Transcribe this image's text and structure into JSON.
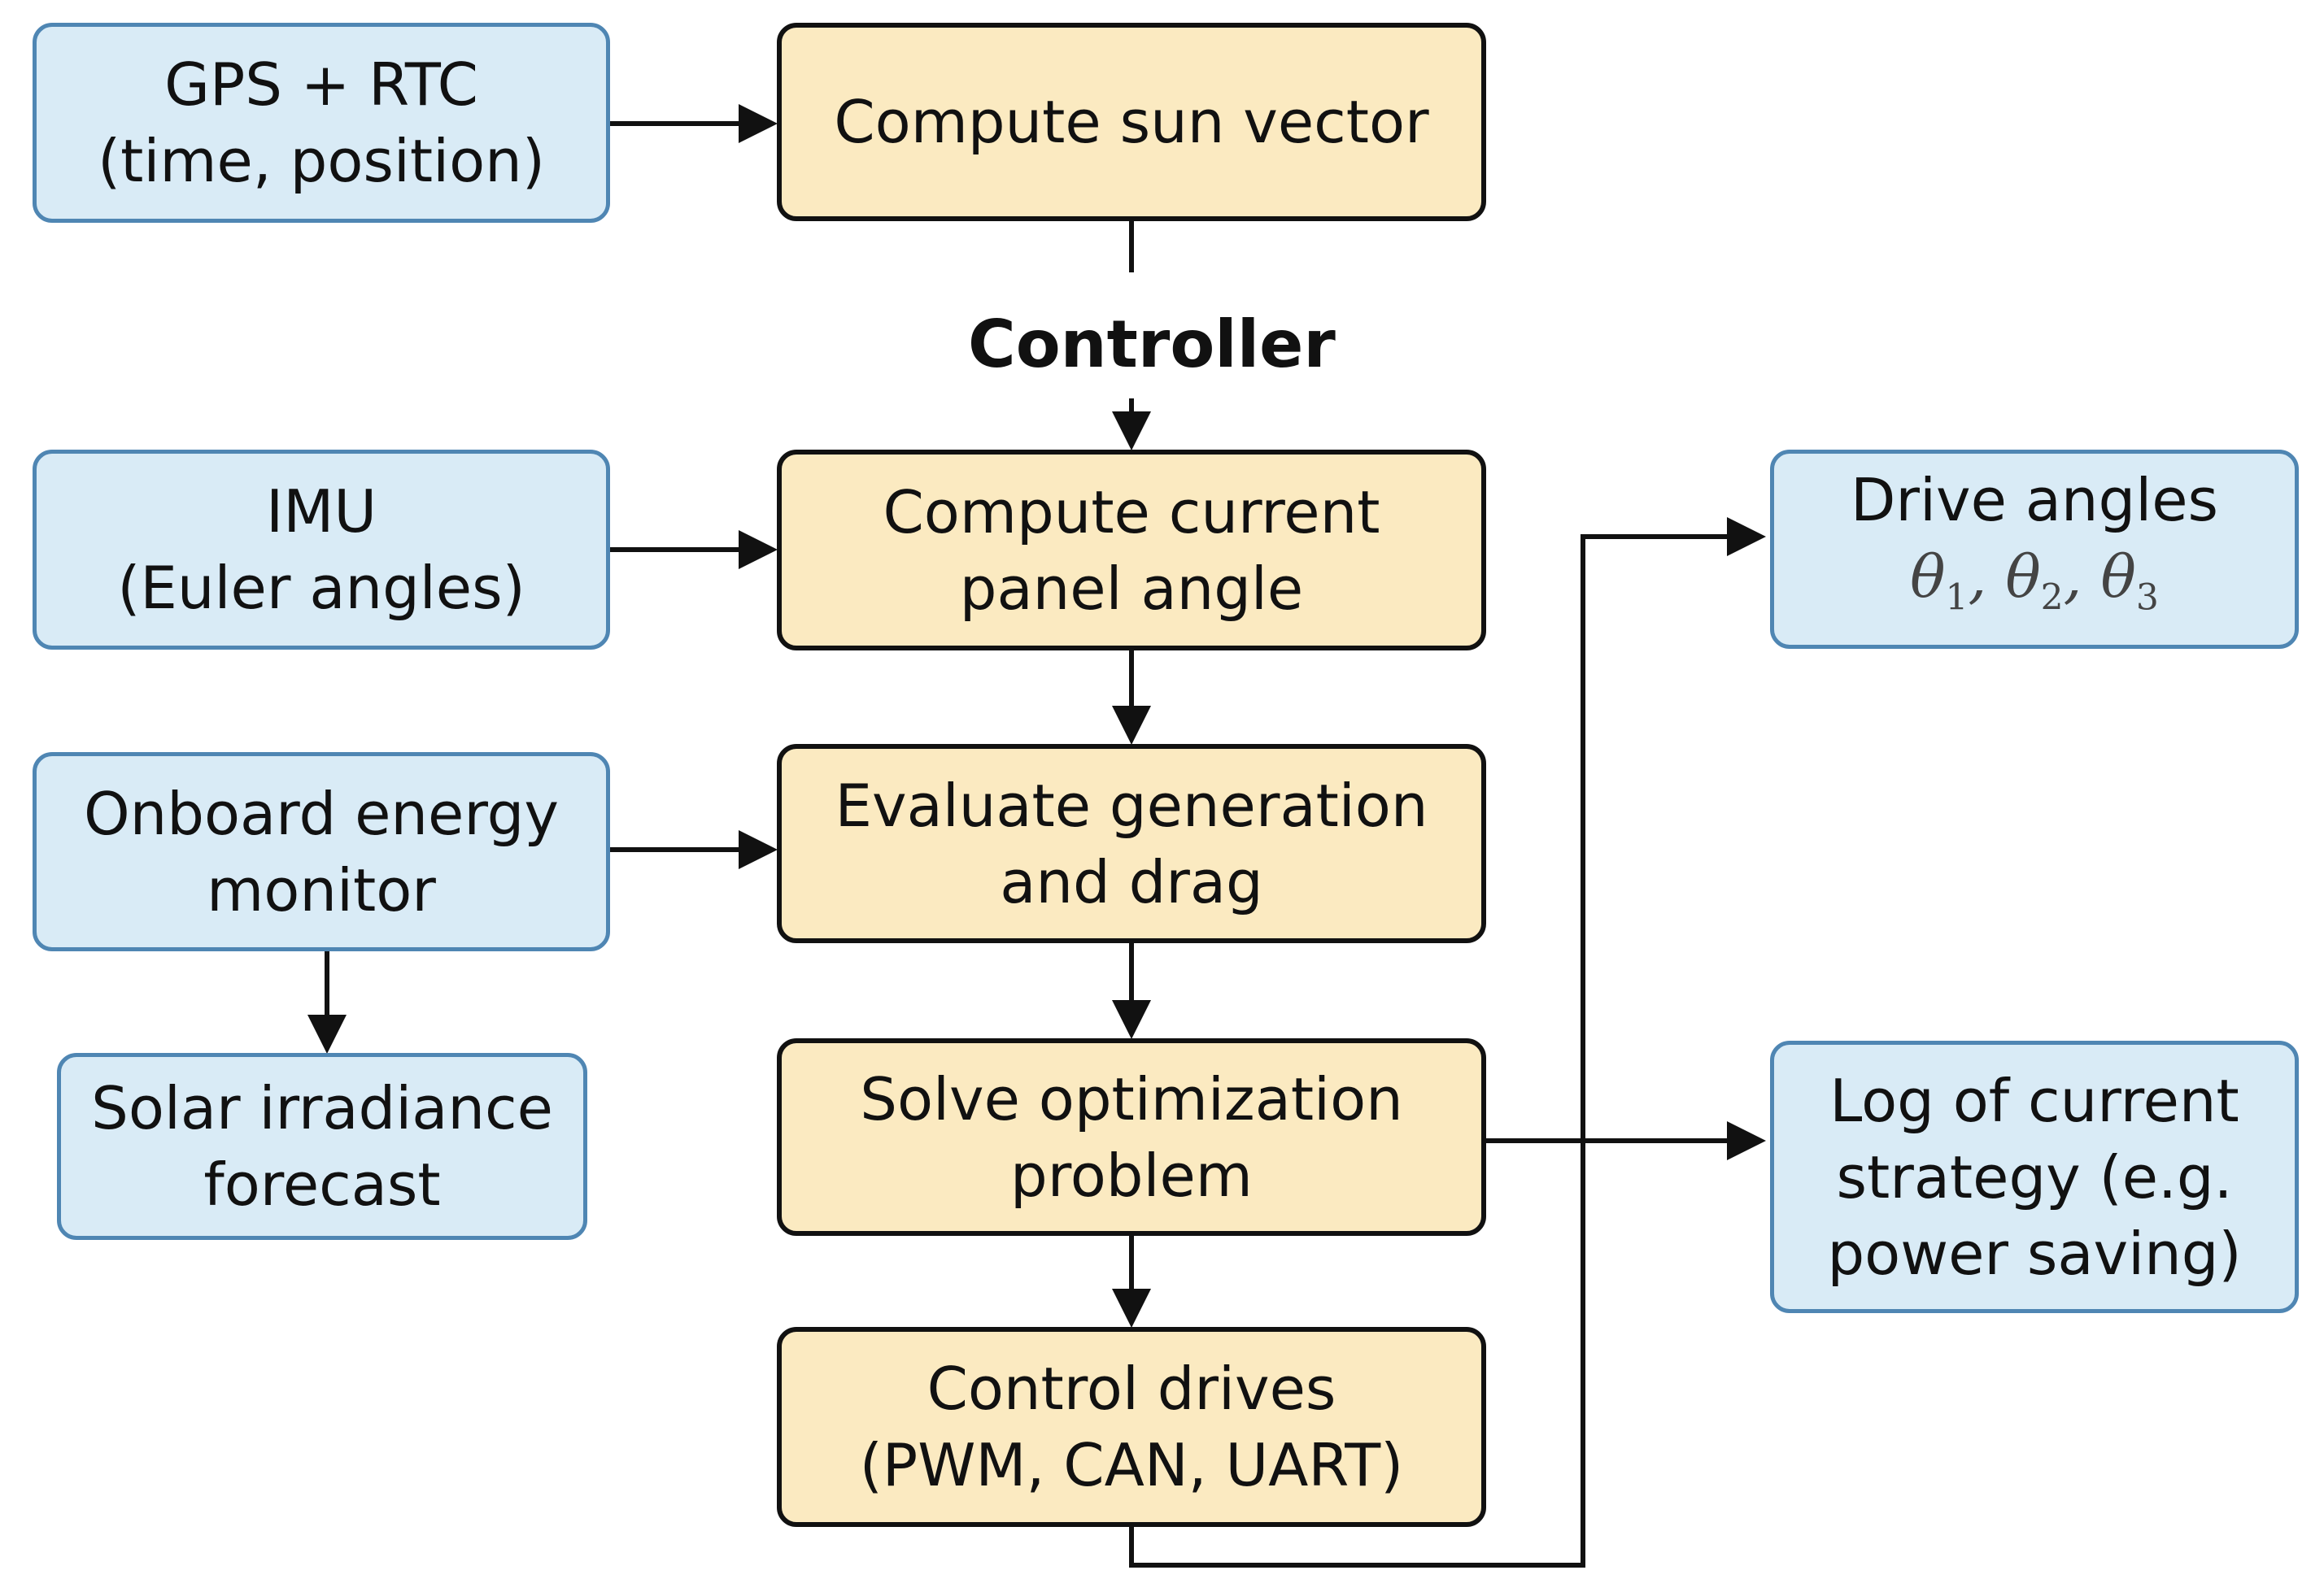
{
  "title": "Controller",
  "inputs": {
    "gps": {
      "line1": "GPS + RTC",
      "line2": "(time, position)"
    },
    "imu": {
      "line1": "IMU",
      "line2": "(Euler angles)"
    },
    "energy": {
      "line1": "Onboard energy",
      "line2": "monitor"
    },
    "solar": {
      "line1": "Solar irradiance",
      "line2": "forecast"
    }
  },
  "process": {
    "sun": {
      "line1": "Compute sun vector"
    },
    "panel": {
      "line1": "Compute current",
      "line2": "panel angle"
    },
    "evaluate": {
      "line1": "Evaluate generation",
      "line2": "and drag"
    },
    "solve": {
      "line1": "Solve optimization",
      "line2": "problem"
    },
    "drives": {
      "line1": "Control drives",
      "line2": "(PWM, CAN, UART)"
    }
  },
  "outputs": {
    "angles": {
      "line1": "Drive angles",
      "theta": "θ",
      "sub1": "1",
      "sub2": "2",
      "sub3": "3",
      "sep": ", "
    },
    "log": {
      "line1": "Log of current",
      "line2": "strategy (e.g.",
      "line3": "power saving)"
    }
  },
  "colors": {
    "input_fill": "#d9ebf6",
    "input_border": "#4f86b3",
    "process_fill": "#fbeac1",
    "process_border": "#111111"
  }
}
